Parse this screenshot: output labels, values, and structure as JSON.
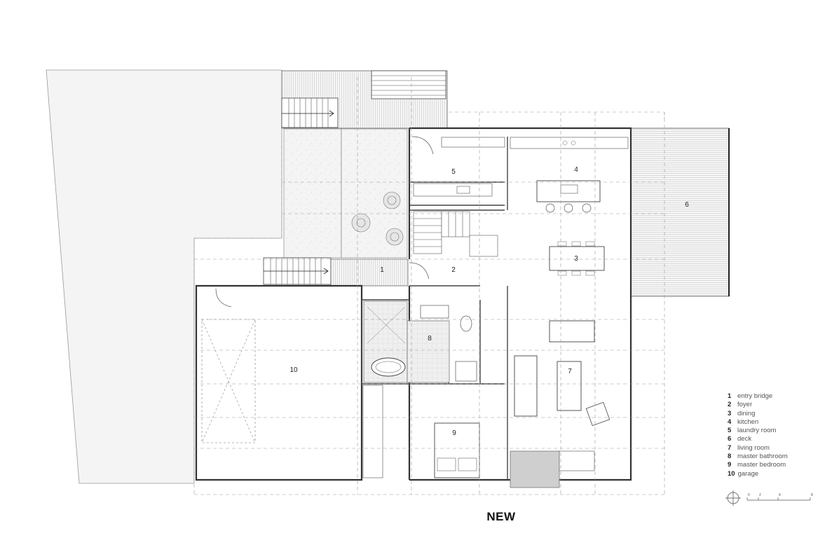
{
  "title": "NEW",
  "rooms": [
    {
      "number": "1",
      "name": "entry bridge"
    },
    {
      "number": "2",
      "name": "foyer"
    },
    {
      "number": "3",
      "name": "dining"
    },
    {
      "number": "4",
      "name": "kitchen"
    },
    {
      "number": "5",
      "name": "laundry room"
    },
    {
      "number": "6",
      "name": "deck"
    },
    {
      "number": "7",
      "name": "living room"
    },
    {
      "number": "8",
      "name": "master bathroom"
    },
    {
      "number": "9",
      "name": "master bedroom"
    },
    {
      "number": "10",
      "name": "garage"
    }
  ],
  "scale_bar": {
    "ticks": [
      "0",
      "2",
      "4",
      "8"
    ]
  },
  "colors": {
    "line": "#444444",
    "fill_light": "#f2f2f2",
    "grid": "#9a9a9a"
  }
}
